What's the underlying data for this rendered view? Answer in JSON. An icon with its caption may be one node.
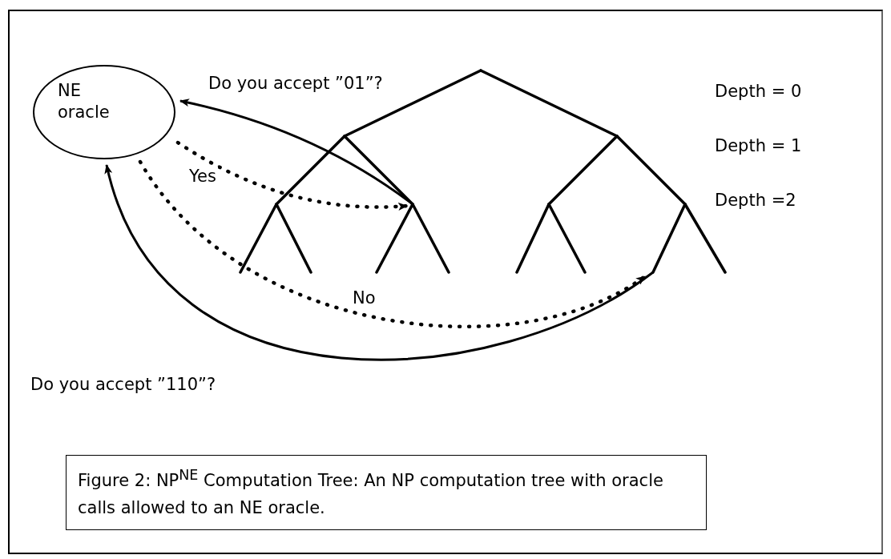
{
  "diagram": {
    "caption": "Figure 2: NP$^{NE}$ Computation Tree: An NP computation tree with oracle calls allowed to an NE oracle.",
    "nodes": [
      {
        "text": [
          "NE oracle"
        ]
      },
      {
        "text": [],
        "shape": "tree"
      }
    ],
    "edges": [
      {
        "from": 1,
        "to": 0,
        "arrow": "to",
        "label": "Do you accept  ”01”?"
      },
      {
        "from": 0,
        "to": 1,
        "arrow": "to",
        "label": "Yes",
        "style": "dashed"
      },
      {
        "from": 1,
        "to": 0,
        "arrow": "to",
        "label": "Do you accept  ”110”?"
      },
      {
        "from": 0,
        "to": 1,
        "arrow": "to",
        "label": "No",
        "style": "dashed"
      }
    ],
    "labels": [
      "Depth = 0",
      "Depth = 1",
      "Depth =2"
    ]
  }
}
